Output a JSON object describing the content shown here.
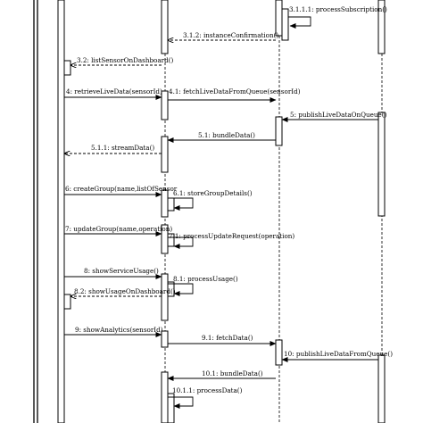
{
  "messages": [
    {
      "label": "3.1.1.1: processSubscription()"
    },
    {
      "label": "3.1.2: instanceConfirmation()"
    },
    {
      "label": "3.2: listSensorOnDashboard()"
    },
    {
      "label": "4: retrieveLiveData(sensorId)"
    },
    {
      "label": "4.1: fetchLiveDataFromQueue(sensorId)"
    },
    {
      "label": "5: publishLiveDataOnQueue()"
    },
    {
      "label": "5.1: bundleData()"
    },
    {
      "label": "5.1.1: streamData()"
    },
    {
      "label": "6: createGroup(name,listOfSensor"
    },
    {
      "label": "6.1: storeGroupDetails()"
    },
    {
      "label": "7: updateGroup(name,operation)"
    },
    {
      "label": "7.1: processUpdateRequest(operation)"
    },
    {
      "label": "8: showServiceUsage()"
    },
    {
      "label": "8.1: processUsage()"
    },
    {
      "label": "8.2: showUsageOnDashboard()"
    },
    {
      "label": "9: showAnalytics(sensorId)"
    },
    {
      "label": "9.1: fetchData()"
    },
    {
      "label": "10: publishLiveDataFromQueue()"
    },
    {
      "label": "10.1: bundleData()"
    },
    {
      "label": "10.1.1: processData()"
    }
  ]
}
